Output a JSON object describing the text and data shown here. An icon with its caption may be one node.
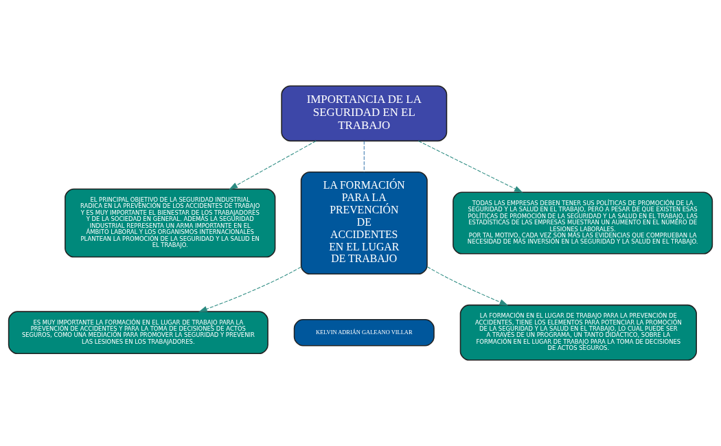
{
  "diagram": {
    "nodes": [
      {
        "text": [
          "IMPORTANCIA DE LA SEGURIDAD EN EL TRABAJO"
        ]
      },
      {
        "text": [
          "LA FORMACIÓN PARA LA PREVENCIÓN DE ACCIDENTES EN EL LUGAR DE TRABAJO"
        ]
      },
      {
        "text": [
          "EL PRINCIPAL OBJETIVO DE LA SEGURIDAD INDUSTRIAL RADICA EN LA PREVENCIÓN DE LOS ACCIDENTES DE TRABAJO Y ES MUY IMPORTANTE EL BIENESTAR DE LOS TRABAJADORES Y DE LA SOCIEDAD EN GENERAL. ADEMÁS LA SEGURIDAD INDUSTRIAL REPRESENTA UN ARMA IMPORTANTE EN EL ÁMBITO LABORAL Y LOS ORGANISMOS INTERNACIONALES PLANTEAN LA PROMOCIÓN DE LA SEGURIDAD Y LA SALUD EN EL TRABAJO."
        ]
      },
      {
        "text": [
          "TODAS LAS EMPRESAS DEBEN TENER SUS POLÍTICAS DE PROMOCIÓN DE LA SEGURIDAD Y LA SALUD EN EL TRABAJO, PERO A PESAR DE QUE EXISTEN ESAS POLÍTICAS DE PROMOCIÓN DE LA SEGURIDAD Y LA SALUD EN EL TRABAJO, LAS ESTADÍSTICAS DE LAS EMPRESAS MUESTRAN UN AUMENTO EN EL NÚMERO DE LESIONES LABORALES.",
          "POR TAL MOTIVO, CADA VEZ SON MÁS LAS EVIDENCIAS QUE COMPRUEBAN LA NECESIDAD DE MÁS INVERSIÓN EN LA SEGURIDAD Y LA SALUD EN EL TRABAJO."
        ]
      },
      {
        "text": [
          "ES MUY IMPORTANTE LA FORMACIÓN EN EL LUGAR DE TRABAJO PARA LA PREVENCIÓN DE ACCIDENTES Y PARA LA TOMA DE DECISIONES DE ACTOS SEGUROS, COMO UNA MEDIACIÓN PARA PROMOVER LA SEGURIDAD Y PREVENIR LAS LESIONES EN LOS TRABAJADORES."
        ]
      },
      {
        "text": [
          "LA FORMACIÓN EN EL LUGAR DE TRABAJO PARA LA PREVENCIÓN DE ACCIDENTES, TIENE LOS ELEMENTOS PARA POTENCIAR LA PROMOCIÓN DE LA SEGURIDAD Y LA SALUD EN EL TRABAJO, LO CUAL PUEDE SER A TRAVÉS DE UN PROGRAMA, UN TANTO DIDÁCTICO, SOBRE LA FORMACIÓN EN EL LUGAR DE TRABAJO PARA LA TOMA DE DECISIONES DE ACTOS SEGUROS."
        ]
      },
      {
        "text": [
          "KELVIN ADRIÁN GALEANO VILLAR"
        ]
      }
    ],
    "edges": [
      {
        "from": 0,
        "to": 2,
        "arrow": "to",
        "style": "dashed"
      },
      {
        "from": 0,
        "to": 3,
        "arrow": "to",
        "style": "dashed"
      },
      {
        "from": 0,
        "to": 1,
        "arrow": "none",
        "style": "dashed",
        "color": "#3a78b0"
      },
      {
        "from": 1,
        "to": 4,
        "arrow": "to",
        "style": "dashed"
      },
      {
        "from": 1,
        "to": 5,
        "arrow": "to",
        "style": "dashed"
      }
    ]
  }
}
